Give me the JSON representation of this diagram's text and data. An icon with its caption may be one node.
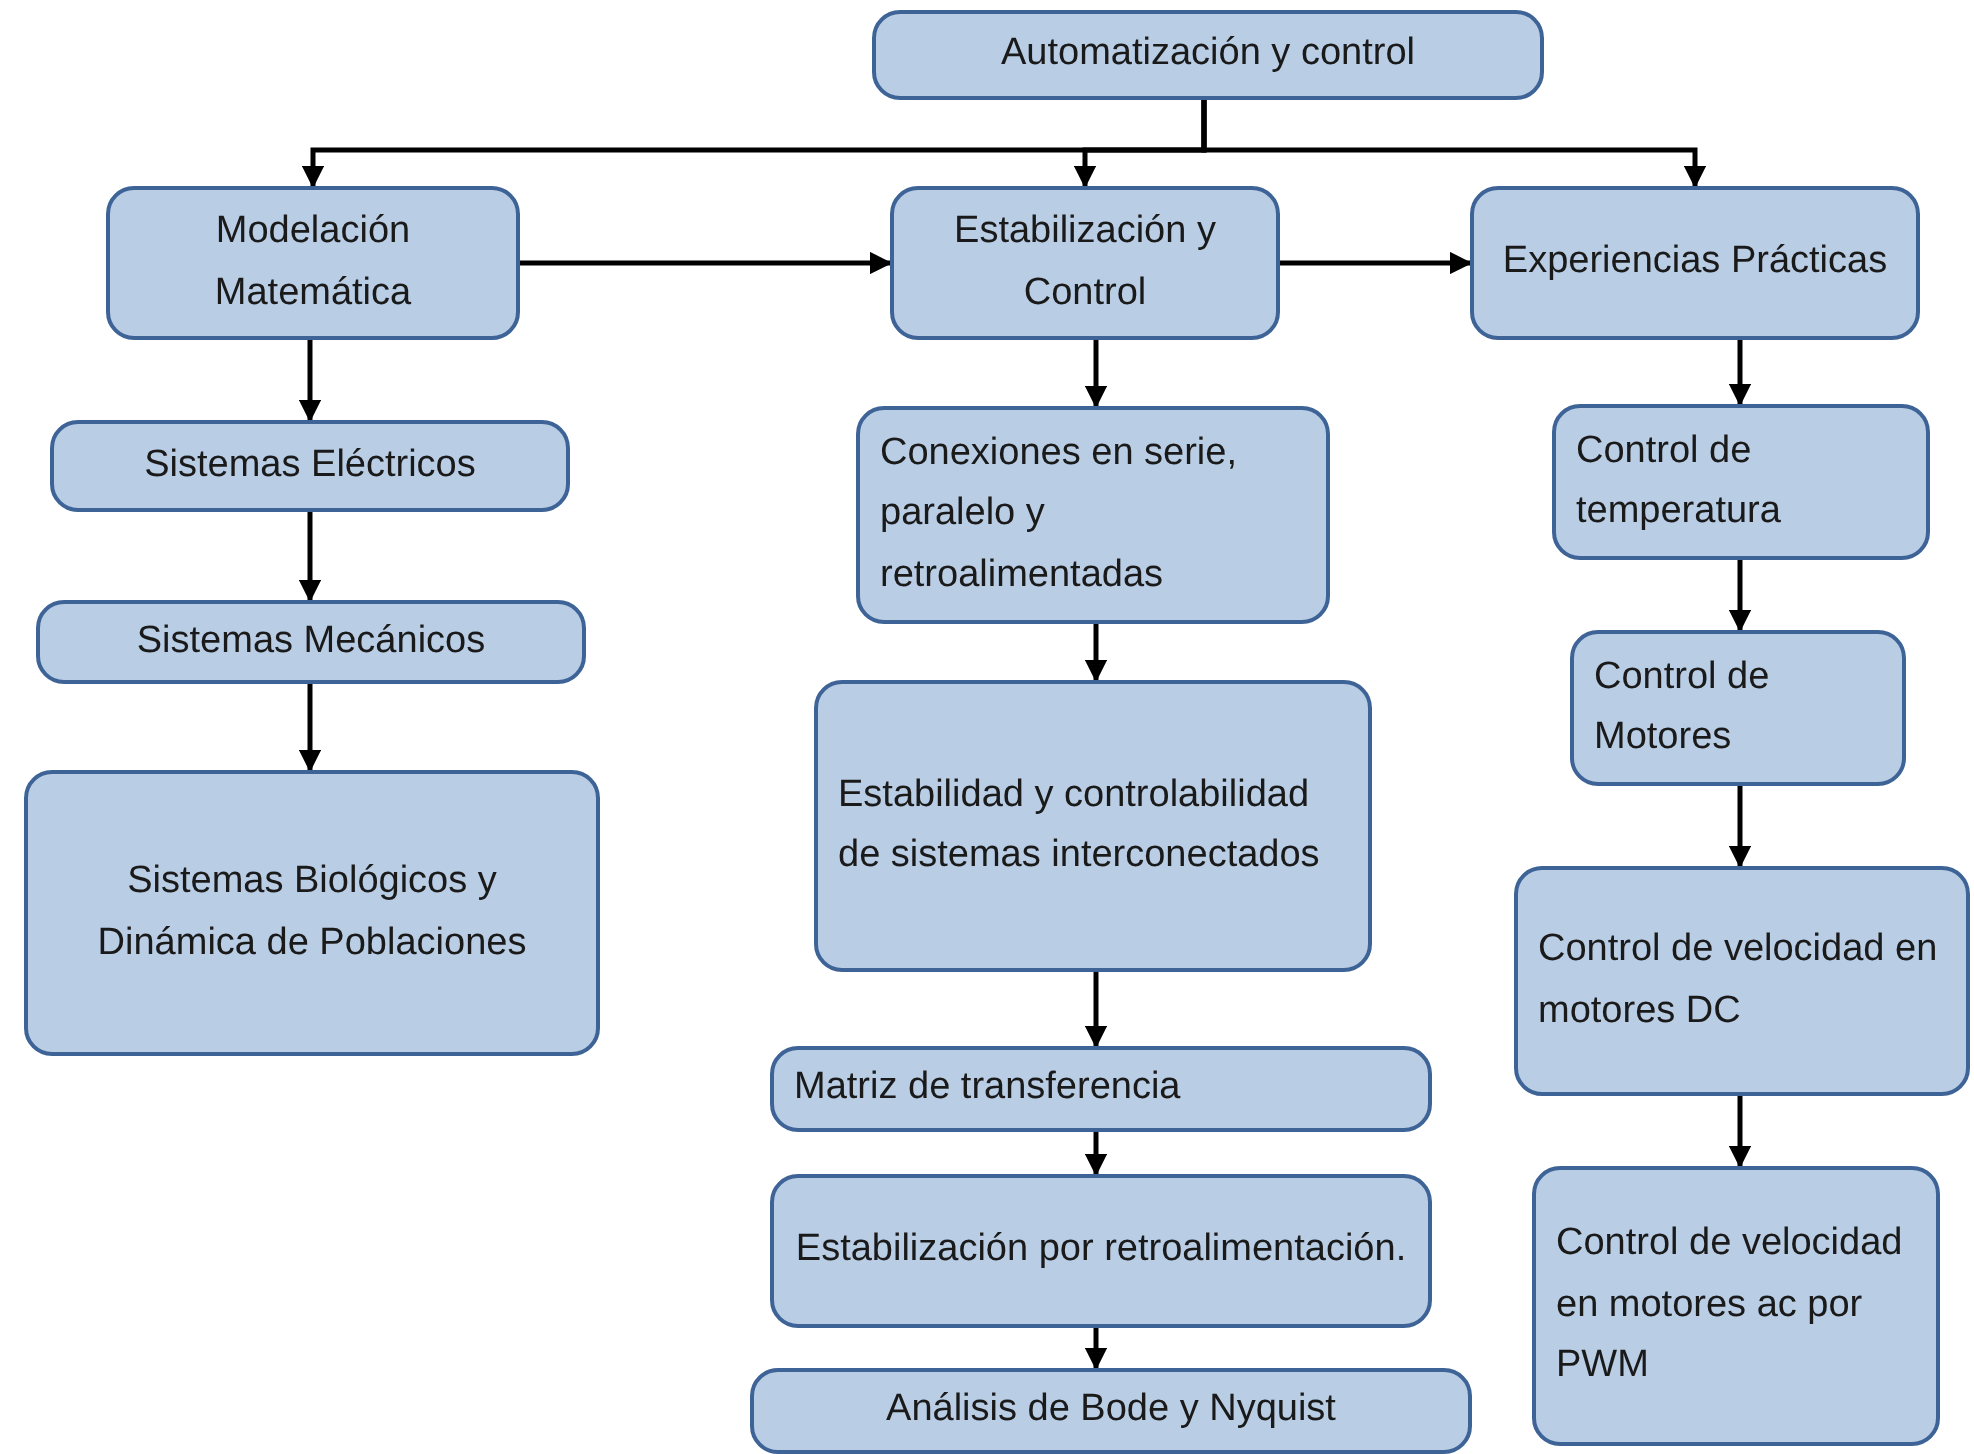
{
  "diagram": {
    "nodes": [
      {
        "text": [
          "Automatización y control"
        ]
      },
      {
        "text": [
          "Modelación Matemática"
        ]
      },
      {
        "text": [
          "Estabilización y Control"
        ]
      },
      {
        "text": [
          "Experiencias Prácticas"
        ]
      },
      {
        "text": [
          "Sistemas Eléctricos"
        ]
      },
      {
        "text": [
          "Sistemas Mecánicos"
        ]
      },
      {
        "text": [
          "Sistemas Biológicos y Dinámica de Poblaciones"
        ]
      },
      {
        "text": [
          "Conexiones en serie, paralelo y retroalimentadas"
        ]
      },
      {
        "text": [
          "Estabilidad y controlabilidad de sistemas interconectados"
        ]
      },
      {
        "text": [
          "Matriz de transferencia"
        ]
      },
      {
        "text": [
          "Estabilización por retroalimentación."
        ]
      },
      {
        "text": [
          "Análisis de Bode y Nyquist"
        ]
      },
      {
        "text": [
          "Control de temperatura"
        ]
      },
      {
        "text": [
          "Control de Motores"
        ]
      },
      {
        "text": [
          "Control de velocidad en motores DC"
        ]
      },
      {
        "text": [
          "Control de velocidad en motores ac por PWM"
        ]
      }
    ],
    "edges": [
      {
        "from": 0,
        "to": 1,
        "arrow": "to"
      },
      {
        "from": 0,
        "to": 2,
        "arrow": "to"
      },
      {
        "from": 0,
        "to": 3,
        "arrow": "to"
      },
      {
        "from": 1,
        "to": 2,
        "arrow": "to"
      },
      {
        "from": 2,
        "to": 3,
        "arrow": "to"
      },
      {
        "from": 1,
        "to": 4,
        "arrow": "to"
      },
      {
        "from": 4,
        "to": 5,
        "arrow": "to"
      },
      {
        "from": 5,
        "to": 6,
        "arrow": "to"
      },
      {
        "from": 2,
        "to": 7,
        "arrow": "to"
      },
      {
        "from": 7,
        "to": 8,
        "arrow": "to"
      },
      {
        "from": 8,
        "to": 9,
        "arrow": "to"
      },
      {
        "from": 9,
        "to": 10,
        "arrow": "to"
      },
      {
        "from": 10,
        "to": 11,
        "arrow": "to"
      },
      {
        "from": 3,
        "to": 12,
        "arrow": "to"
      },
      {
        "from": 12,
        "to": 13,
        "arrow": "to"
      },
      {
        "from": 13,
        "to": 14,
        "arrow": "to"
      },
      {
        "from": 14,
        "to": 15,
        "arrow": "to"
      }
    ]
  }
}
